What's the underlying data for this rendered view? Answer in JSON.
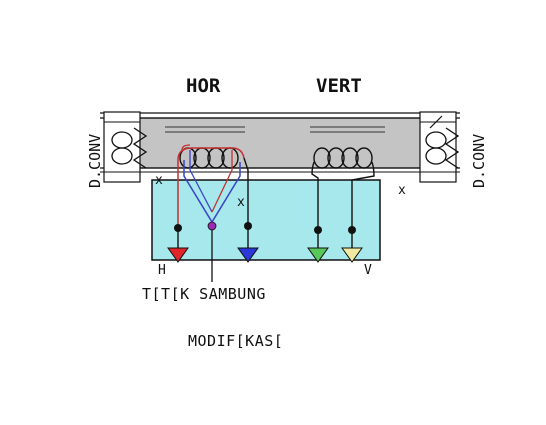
{
  "labels": {
    "hor": "HOR",
    "vert": "VERT",
    "d_conv_left": "D.CONV",
    "d_conv_right": "D.CONV",
    "x_left": "x",
    "x_mid": "x",
    "x_right": "x",
    "h": "H",
    "v": "V",
    "titik_sambung": "T[T[K SAMBUNG",
    "modifikasi": "MODIF[KAS["
  },
  "colors": {
    "board_fill": "#a6e8ec",
    "yoke_fill": "#c4c4c4",
    "terminal_h": "#e0242a",
    "terminal_center": "#2a38d8",
    "terminal_vert_1": "#58c85a",
    "terminal_vert_2": "#f0eaa0",
    "wire_red": "#c43030",
    "wire_blue": "#3a44c8",
    "joint": "#9a2cb0"
  }
}
